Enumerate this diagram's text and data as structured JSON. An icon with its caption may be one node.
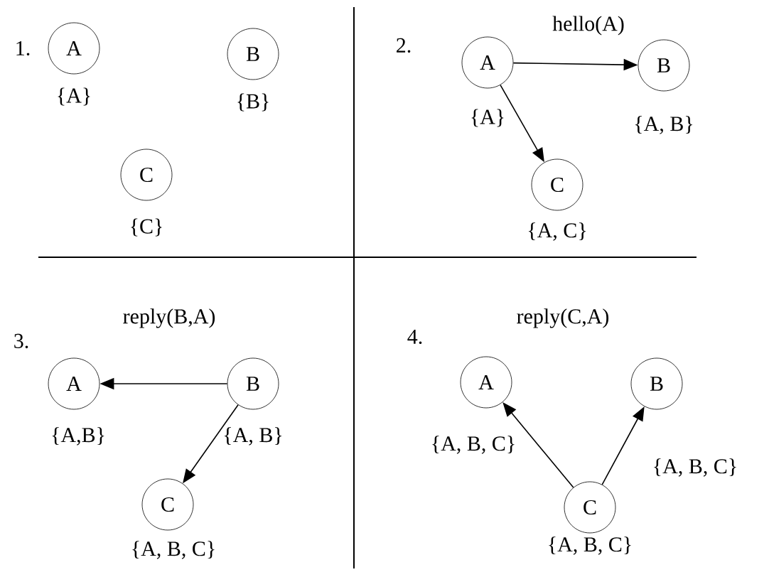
{
  "diagram": {
    "nodes": [
      {
        "text": [
          "A"
        ],
        "beside": [
          "{A}"
        ]
      },
      {
        "text": [
          "B"
        ],
        "beside": [
          "{B}"
        ]
      },
      {
        "text": [
          "C"
        ],
        "beside": [
          "{C}"
        ]
      },
      {
        "text": [
          "A"
        ],
        "beside": [
          "{A}"
        ]
      },
      {
        "text": [
          "B"
        ],
        "beside": [
          "{A, B}"
        ]
      },
      {
        "text": [
          "C"
        ],
        "beside": [
          "{A, C}"
        ]
      },
      {
        "text": [
          "A"
        ],
        "beside": [
          "{A,B}"
        ]
      },
      {
        "text": [
          "B"
        ],
        "beside": [
          "{A, B}"
        ]
      },
      {
        "text": [
          "C"
        ],
        "beside": [
          "{A, B, C}"
        ]
      },
      {
        "text": [
          "A"
        ],
        "beside": [
          "{A, B, C}"
        ]
      },
      {
        "text": [
          "B"
        ],
        "beside": [
          "{A, B, C}"
        ]
      },
      {
        "text": [
          "C"
        ],
        "beside": [
          "{A, B, C}"
        ]
      }
    ],
    "edges": [
      {
        "from": 3,
        "to": 4,
        "arrow": "to",
        "label": "hello(A)"
      },
      {
        "from": 3,
        "to": 5,
        "arrow": "to"
      },
      {
        "from": 7,
        "to": 6,
        "arrow": "to"
      },
      {
        "from": 7,
        "to": 8,
        "arrow": "to"
      },
      {
        "from": 11,
        "to": 9,
        "arrow": "to"
      },
      {
        "from": 11,
        "to": 10,
        "arrow": "to"
      }
    ],
    "labels": [
      "1.",
      "2.",
      "reply(B,A)",
      "3.",
      "reply(C,A)",
      "4."
    ]
  }
}
